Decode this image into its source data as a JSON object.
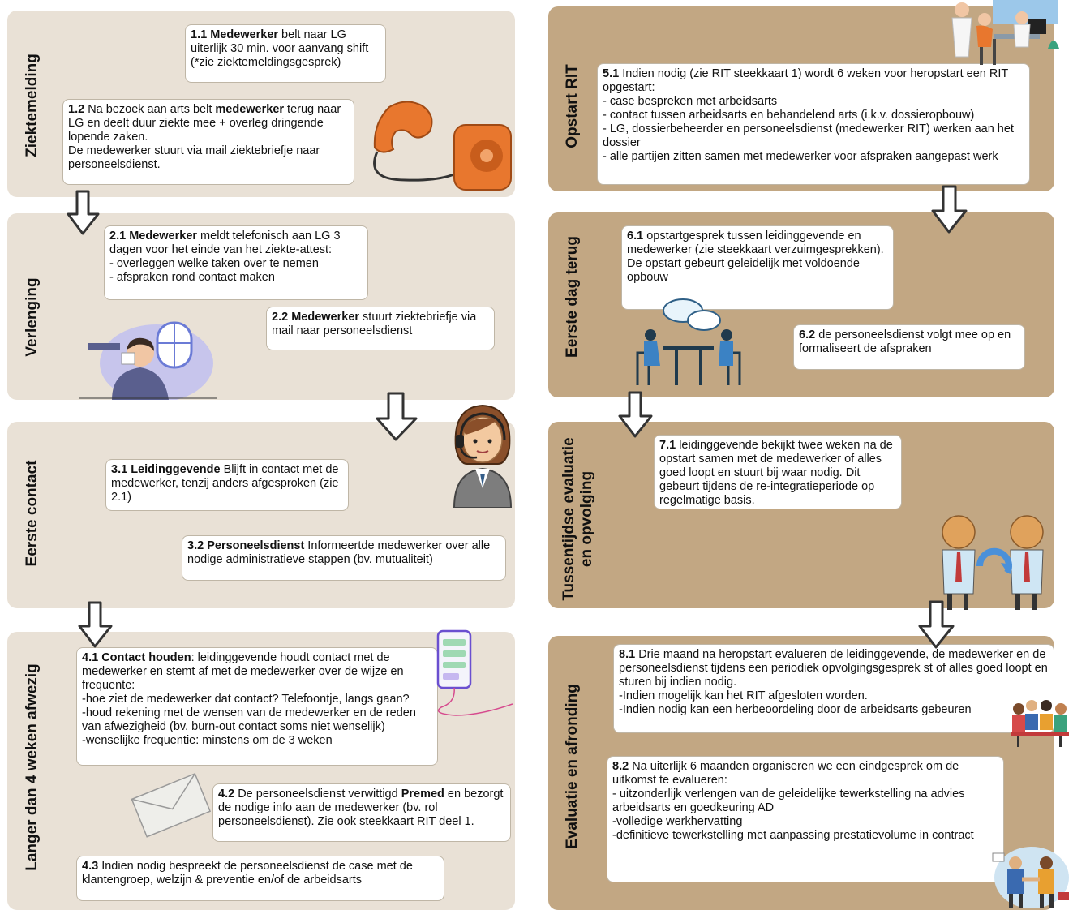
{
  "colors": {
    "left_panel": "#e9e1d6",
    "right_panel": "#c2a783",
    "box_border": "#bfb6a6"
  },
  "left": [
    {
      "title": "Ziektemelding",
      "boxes": [
        {
          "num": "1.1",
          "bold": "Medewerker",
          "rest": " belt naar LG uiterlijk 30 min. voor aanvang shift (*zie ziektemeldingsgesprek)"
        },
        {
          "num": "1.2",
          "pre": " Na bezoek aan arts belt ",
          "bold": "medewerker",
          "rest": " terug naar LG en deelt duur ziekte mee + overleg dringende lopende zaken.",
          "line2": "De medewerker stuurt via mail ziektebriefje naar personeelsdienst."
        }
      ]
    },
    {
      "title": "Verlenging",
      "boxes": [
        {
          "num": "2.1",
          "bold": "Medewerker",
          "rest": " meldt telefonisch aan LG 3 dagen voor het einde van het ziekte-attest:",
          "items": [
            "- overleggen welke taken over te  nemen",
            "- afspraken rond contact maken"
          ]
        },
        {
          "num": "2.2",
          "bold": "Medewerker",
          "rest": " stuurt ziektebriefje via mail naar personeelsdienst"
        }
      ]
    },
    {
      "title": "Eerste contact",
      "boxes": [
        {
          "num": "3.1",
          "bold": "Leidinggevende",
          "rest": " Blijft in contact met de medewerker, tenzij anders afgesproken (zie 2.1)"
        },
        {
          "num": "3.2",
          "bold": "Personeelsdienst",
          "rest": " Informeertde medewerker over alle nodige administratieve stappen (bv. mutualiteit)"
        }
      ]
    },
    {
      "title": "Langer dan 4 weken afwezig",
      "boxes": [
        {
          "num": "4.1",
          "bold": "Contact houden",
          "rest": ": leidinggevende houdt contact met de medewerker en stemt af met de medewerker over de wijze en frequente:",
          "items": [
            "-hoe ziet de medewerker dat contact? Telefoontje, langs gaan?",
            "-houd rekening met de wensen van de medewerker en de reden van afwezigheid (bv. burn-out contact soms niet wenselijk)",
            "-wenselijke frequentie: minstens om de 3 weken"
          ]
        },
        {
          "num": "4.2",
          "pre": " De personeelsdienst verwittigd ",
          "bold": "Premed",
          "rest": " en bezorgt de nodige info aan de medewerker (bv. rol personeelsdienst). Zie ook steekkaart RIT deel 1."
        },
        {
          "num": "4.3",
          "rest": " Indien nodig bespreekt de personeelsdienst de case met de klantengroep, welzijn & preventie en/of de arbeidsarts"
        }
      ]
    }
  ],
  "right": [
    {
      "title": "Opstart RIT",
      "boxes": [
        {
          "num": "5.1",
          "rest": " Indien nodig (zie RIT steekkaart 1) wordt 6 weken voor heropstart een RIT opgestart:",
          "items": [
            "- case bespreken met arbeidsarts",
            "- contact tussen arbeidsarts en behandelend arts (i.k.v. dossieropbouw)",
            "- LG, dossierbeheerder en personeelsdienst (medewerker RIT) werken aan het dossier",
            "- alle partijen zitten samen met medewerker voor afspraken aangepast werk"
          ]
        }
      ]
    },
    {
      "title": "Eerste dag terug",
      "boxes": [
        {
          "num": "6.1",
          "rest": " opstartgesprek tussen leidinggevende en medewerker (zie steekkaart verzuimgesprekken). De opstart gebeurt geleidelijk met voldoende opbouw"
        },
        {
          "num": "6.2",
          "rest": " de personeelsdienst volgt mee op en formaliseert de afspraken"
        }
      ]
    },
    {
      "title_lines": [
        "Tussentijdse evaluatie",
        "en opvolging"
      ],
      "boxes": [
        {
          "num": "7.1",
          "rest": " leidinggevende bekijkt twee weken na de opstart samen met de medewerker of alles goed loopt en stuurt bij waar nodig. Dit gebeurt tijdens de re-integratieperiode op regelmatige basis."
        }
      ]
    },
    {
      "title": "Evaluatie en afronding",
      "boxes": [
        {
          "num": "8.1",
          "rest": " Drie maand na heropstart evalueren de leidinggevende, de medewerker en de personeelsdienst tijdens een periodiek opvolgingsgesprek st of alles goed loopt en sturen bij indien nodig.",
          "items": [
            "-Indien mogelijk kan het RIT afgesloten worden.",
            "-Indien nodig kan een herbeoordeling door de arbeidsarts gebeuren"
          ]
        },
        {
          "num": "8.2",
          "rest": " Na uiterlijk 6 maanden organiseren we een eindgesprek om de uitkomst te evalueren:",
          "items": [
            "- uitzonderlijk verlengen van de geleidelijke tewerkstelling na advies arbeidsarts en goedkeuring AD",
            "-volledige werkhervatting",
            "-definitieve tewerkstelling met aanpassing prestatievolume in contract"
          ]
        }
      ]
    }
  ]
}
